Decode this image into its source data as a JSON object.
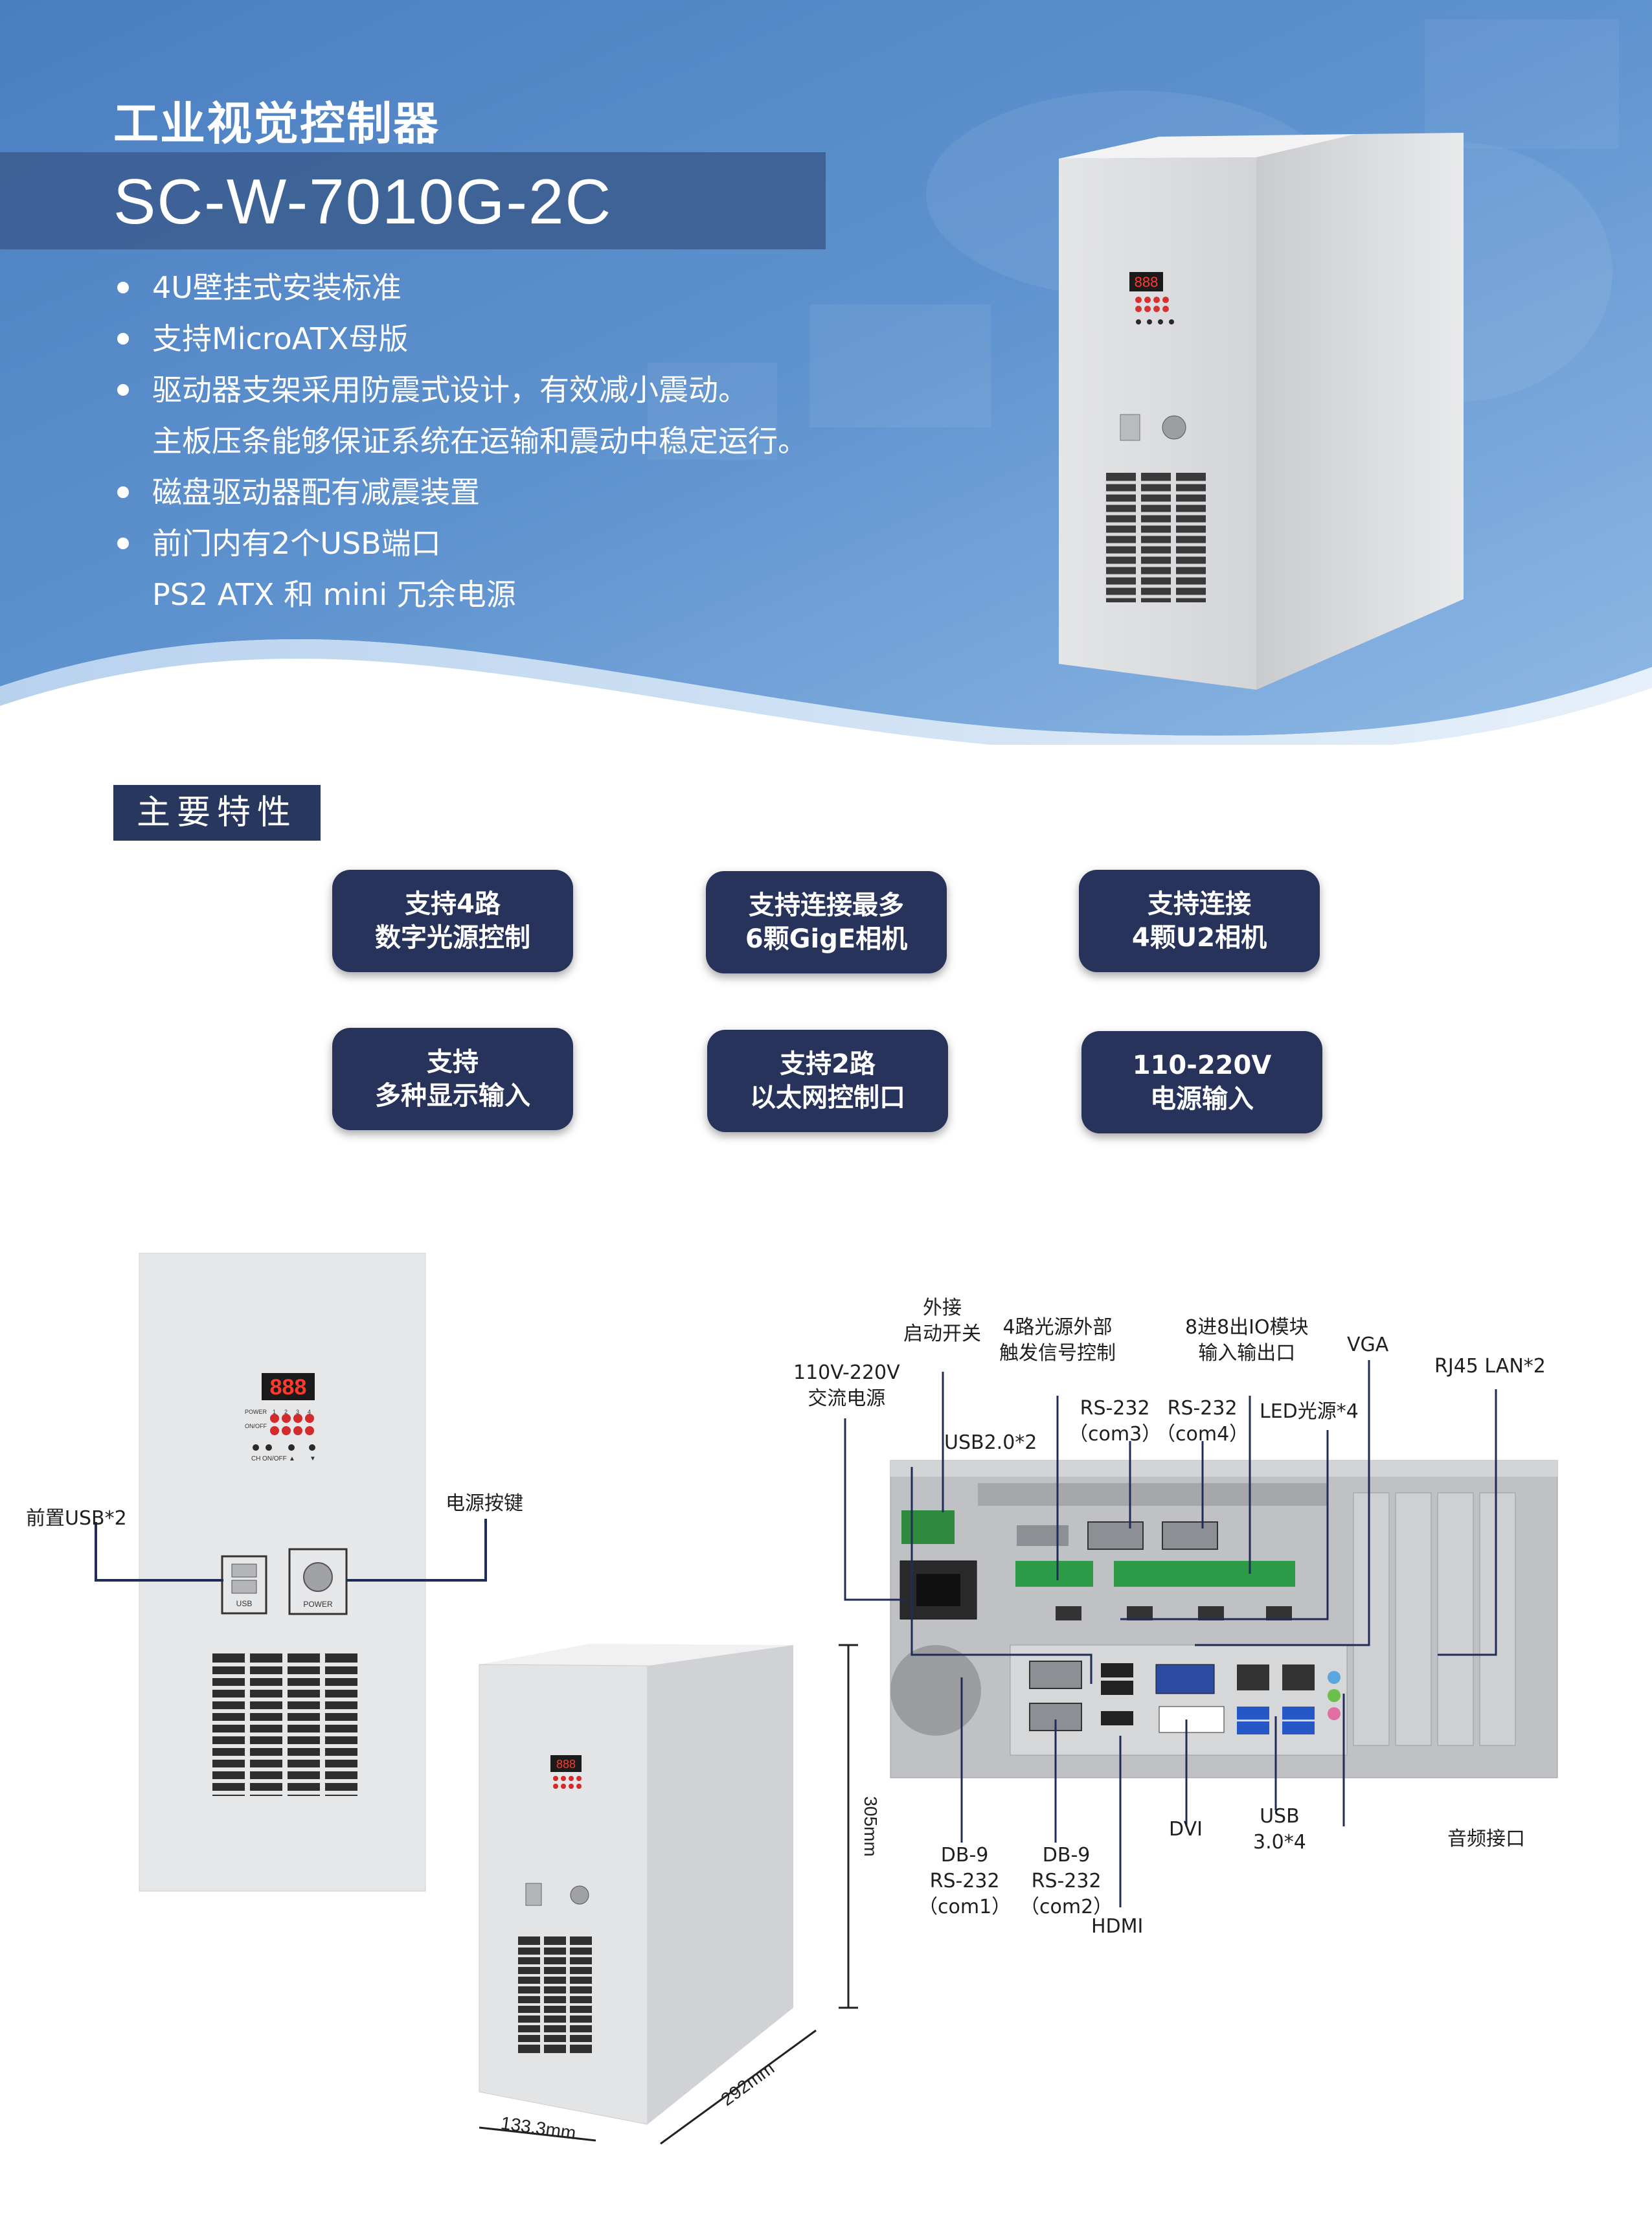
{
  "header": {
    "title": "工业视觉控制器",
    "model": "SC-W-7010G-2C",
    "features": [
      "4U壁挂式安装标准",
      "支持MicroATX母版",
      "驱动器支架采用防震式设计，有效减小震动。",
      "主板压条能够保证系统在运输和震动中稳定运行。",
      "磁盘驱动器配有减震装置",
      "前门内有2个USB端口",
      "PS2 ATX 和 mini 冗余电源"
    ]
  },
  "features_section": {
    "title": "主要特性",
    "cards": [
      {
        "line1": "支持4路",
        "line2": "数字光源控制"
      },
      {
        "line1": "支持连接最多",
        "line2": "6颗GigE相机"
      },
      {
        "line1": "支持连接",
        "line2": "4颗U2相机"
      },
      {
        "line1": "支持",
        "line2": "多种显示输入"
      },
      {
        "line1": "支持2路",
        "line2": "以太网控制口"
      },
      {
        "line1": "110-220V",
        "line2": "电源输入"
      }
    ]
  },
  "front_panel": {
    "label_usb": "前置USB*2",
    "label_power": "电源按键",
    "display": "888",
    "usb_text": "USB",
    "power_text": "POWER",
    "indicator_labels": [
      "POWER",
      "1",
      "2",
      "3",
      "4",
      "ON/OFF"
    ],
    "button_labels": [
      "CH",
      "ON/OFF",
      "▲",
      "▼"
    ]
  },
  "dimensions": {
    "height": "305mm",
    "depth": "292mm",
    "width": "133.3mm"
  },
  "rear_panel": {
    "labels": {
      "ext_switch_1": "外接",
      "ext_switch_2": "启动开关",
      "light_trigger_1": "4路光源外部",
      "light_trigger_2": "触发信号控制",
      "io_module_1": "8进8出IO模块",
      "io_module_2": "输入输出口",
      "vga": "VGA",
      "rj45": "RJ45 LAN*2",
      "ac_power_1": "110V-220V",
      "ac_power_2": "交流电源",
      "rs232_com3_1": "RS-232",
      "rs232_com3_2": "（com3）",
      "rs232_com4_1": "RS-232",
      "rs232_com4_2": "（com4）",
      "led_light": "LED光源*4",
      "usb20": "USB2.0*2",
      "com1_1": "DB-9",
      "com1_2": "RS-232",
      "com1_3": "（com1）",
      "com2_1": "DB-9",
      "com2_2": "RS-232",
      "com2_3": "（com2）",
      "hdmi": "HDMI",
      "dvi": "DVI",
      "usb30_1": "USB",
      "usb30_2": "3.0*4",
      "audio": "音频接口"
    }
  },
  "colors": {
    "header_blue": "#3d6fb0",
    "dark_navy": "#28335b",
    "model_bar": "#3d5f92",
    "chassis": "#e3e4e6"
  }
}
